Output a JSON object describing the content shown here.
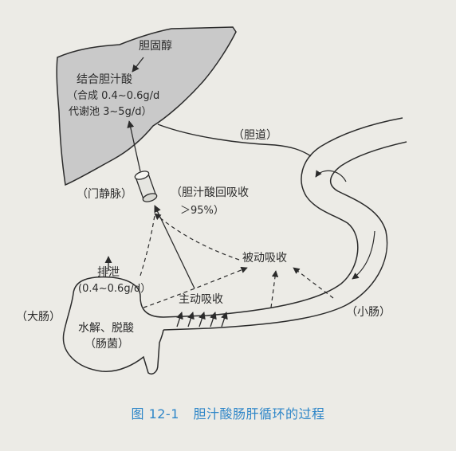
{
  "labels": {
    "cholesterol": "胆固醇",
    "bile_acid_synthesis": "结合胆汁酸",
    "synthesis_rate": "（合成 0.4~0.6g/d",
    "metabolic_pool": "代谢池 3~5g/d）",
    "bile_duct": "（胆道）",
    "portal_vein": "（门静脉）",
    "reabsorption": "（胆汁酸回吸收",
    "reabsorption_rate": "＞95%）",
    "passive_absorption": "被动吸收",
    "excretion": "排泄",
    "excretion_rate": "(0.4~0.6g/d）",
    "active_absorption": "主动吸收",
    "large_intestine": "（大肠）",
    "hydrolysis": "水解、脱酸",
    "gut_bacteria": "（肠菌）",
    "small_intestine": "（小肠）"
  },
  "caption": {
    "figure_no": "图 12-1",
    "title": "胆汁酸肠肝循环的过程"
  },
  "colors": {
    "liver_fill": "#c9c9c9",
    "line": "#2b2b2b",
    "caption": "#2e86c8",
    "background": "#ecebe6"
  }
}
